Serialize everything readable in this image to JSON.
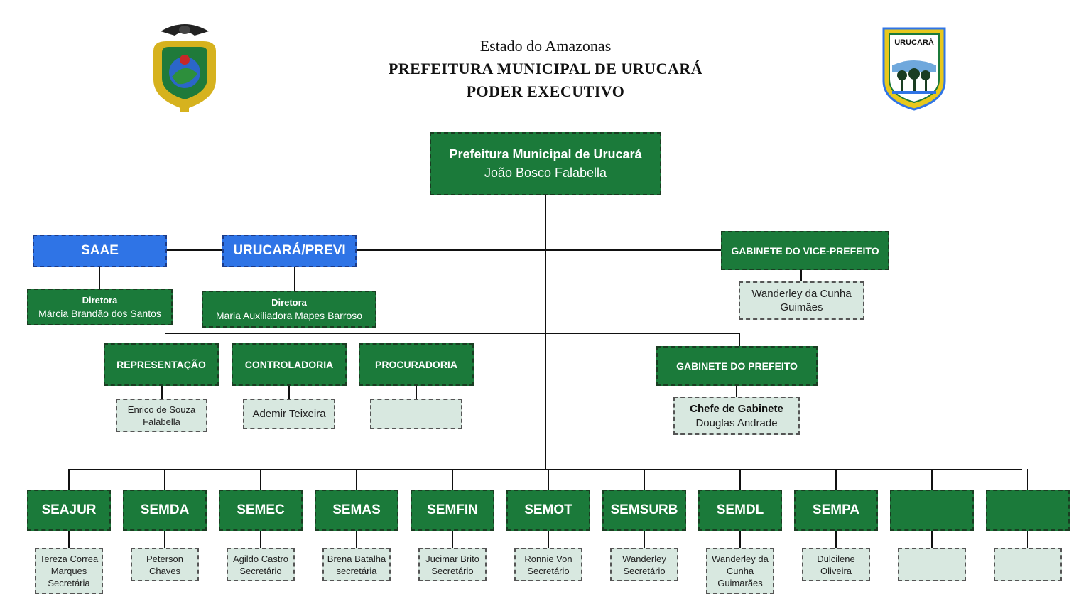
{
  "header": {
    "line1": "Estado do Amazonas",
    "line2": "PREFEITURA MUNICIPAL DE URUCARÁ",
    "line3": "PODER EXECUTIVO"
  },
  "logos": {
    "left": "amazonas-state-coat-of-arms",
    "right": "urucara-municipal-crest",
    "right_text": "URUCARÁ"
  },
  "colors": {
    "green_box": "#1b7a3a",
    "blue_box": "#2f74e6",
    "pale_box": "#d8e8e0"
  },
  "top": {
    "title": "Prefeitura Municipal de Urucará",
    "name": "João Bosco Falabella"
  },
  "saae": {
    "title": "SAAE",
    "role": "Diretora",
    "name": "Márcia Brandão dos Santos"
  },
  "previ": {
    "title": "URUCARÁ/PREVI",
    "role": "Diretora",
    "name": "Maria Auxiliadora Mapes Barroso"
  },
  "vice": {
    "title": "GABINETE DO VICE-PREFEITO",
    "name_line1": "Wanderley da Cunha",
    "name_line2": "Guimães"
  },
  "mid": [
    {
      "title": "REPRESENTAÇÃO",
      "lines": [
        "Enrico de Souza",
        "Falabella"
      ]
    },
    {
      "title": "CONTROLADORIA",
      "lines": [
        "Ademir Teixeira"
      ]
    },
    {
      "title": "PROCURADORIA",
      "lines": []
    }
  ],
  "gab": {
    "title": "GABINETE DO PREFEITO",
    "role": "Chefe de Gabinete",
    "name": "Douglas Andrade"
  },
  "secretariats": [
    {
      "title": "SEAJUR",
      "lines": [
        "Tereza Correa",
        "Marques",
        "Secretária"
      ]
    },
    {
      "title": "SEMDA",
      "lines": [
        "Peterson",
        "Chaves"
      ]
    },
    {
      "title": "SEMEC",
      "lines": [
        "Agildo Castro",
        "Secretário"
      ]
    },
    {
      "title": "SEMAS",
      "lines": [
        "Brena Batalha",
        "secretária"
      ]
    },
    {
      "title": "SEMFIN",
      "lines": [
        "Jucimar Brito",
        "Secretário"
      ]
    },
    {
      "title": "SEMOT",
      "lines": [
        "Ronnie Von",
        "Secretário"
      ]
    },
    {
      "title": "SEMSURB",
      "lines": [
        "Wanderley",
        "Secretário"
      ]
    },
    {
      "title": "SEMDL",
      "lines": [
        "Wanderley da",
        "Cunha",
        "Guimarães"
      ]
    },
    {
      "title": "SEMPA",
      "lines": [
        "Dulcilene",
        "Oliveira"
      ]
    },
    {
      "title": "",
      "lines": []
    },
    {
      "title": "",
      "lines": []
    }
  ]
}
